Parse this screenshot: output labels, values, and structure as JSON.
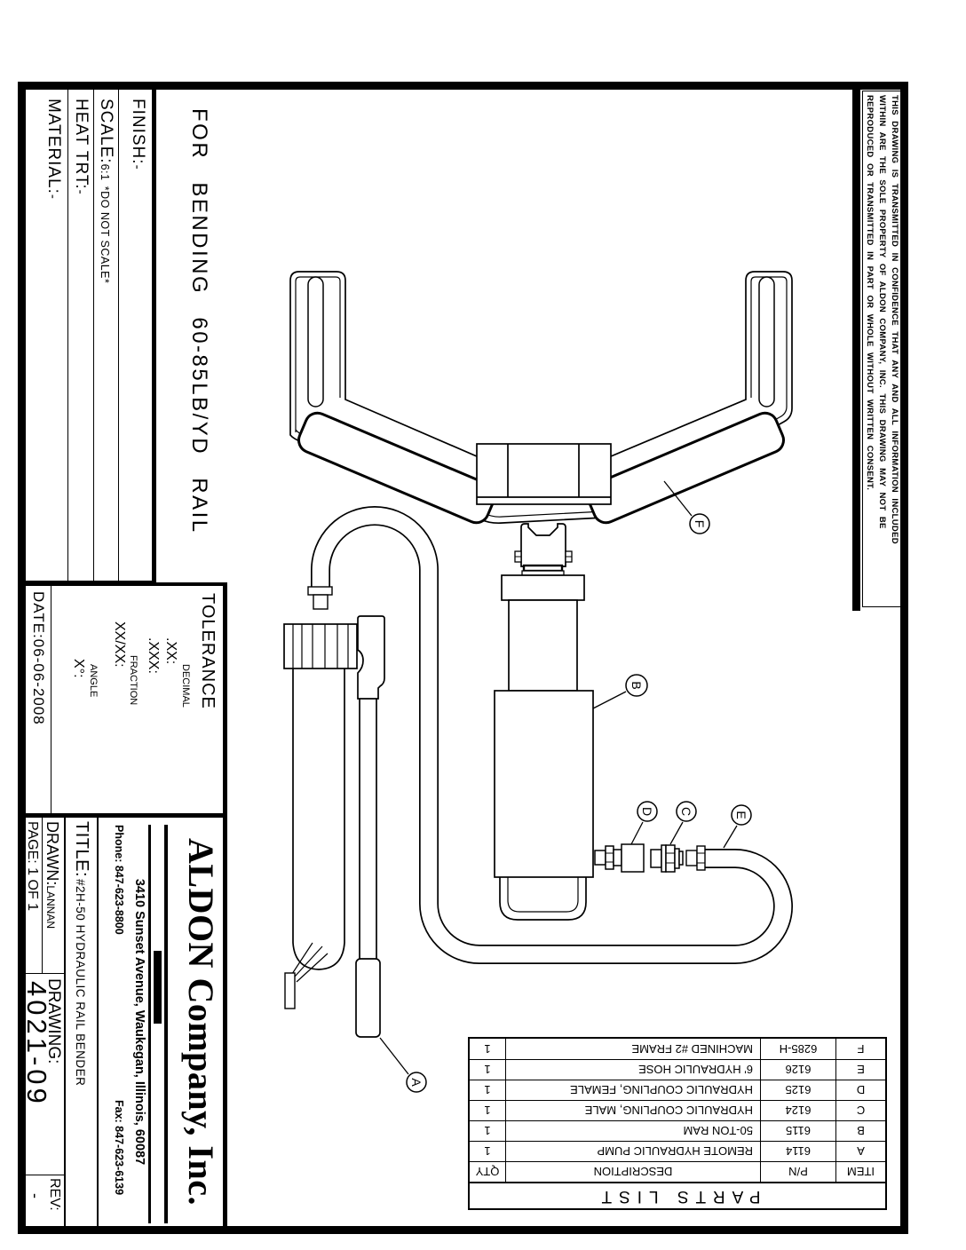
{
  "note": "FOR BENDING 60-85LB/YD RAIL",
  "confidentiality": {
    "line1": "THIS DRAWING IS TRANSMITTED IN CONFIDENCE THAT ANY AND ALL INFORMATION INCLUDED",
    "line2": "WITHIN ARE THE SOLE PROPERTY OF ALDON COMPANY, INC. THIS DRAWING MAY NOT BE",
    "line3": "REPRODUCED OR TRANSMITTED IN PART OR WHOLE WITHOUT WRITTEN CONSENT."
  },
  "info_box": {
    "finish_label": "FINISH:",
    "finish_value": "-",
    "scale_label": "SCALE:",
    "scale_value": "6:1",
    "scale_note": "*DO NOT SCALE*",
    "heat_label": "HEAT TRT:",
    "heat_value": "-",
    "material_label": "MATERIAL:",
    "material_value": "-"
  },
  "tolerance_box": {
    "title": "TOLERANCE",
    "decimal_label": "DECIMAL",
    "xx_label": ".XX:",
    "xxx_label": ".XXX:",
    "fraction_label": "FRACTION",
    "fraction_value": "XX/XX:",
    "angle_label": "ANGLE",
    "angle_value": "X°:",
    "date": "DATE:06-06-2008"
  },
  "title_block": {
    "company": "ALDON Company, Inc.",
    "address": "3410 Sunset Avenue, Waukegan, Illinois, 60087",
    "phone": "Phone: 847-623-8800",
    "fax": "Fax: 847-623-6139",
    "title_label": "TITLE:",
    "title_value": "#2H-50 HYDRAULIC RAIL BENDER",
    "drawn_label": "DRAWN:",
    "drawn_value": "LANNAN",
    "page_label": "PAGE: 1 OF 1",
    "drawing_label": "DRAWING:",
    "drawing_number": "4021-09",
    "rev_label": "REV:",
    "rev_value": "-"
  },
  "parts_list": {
    "title": "PARTS LIST",
    "columns": [
      "ITEM",
      "P/N",
      "DESCRIPTION",
      "QTY"
    ],
    "rows": [
      [
        "A",
        "6114",
        "REMOTE HYDRAULIC PUMP",
        "1"
      ],
      [
        "B",
        "6115",
        "50-TON RAM",
        "1"
      ],
      [
        "C",
        "6124",
        "HYDRAULIC COUPLING, MALE",
        "1"
      ],
      [
        "D",
        "6125",
        "HYDRAULIC COUPLING, FEMALE",
        "1"
      ],
      [
        "E",
        "6126",
        "6' HYDRAULIC HOSE",
        "1"
      ],
      [
        "F",
        "6285-H",
        "MACHINED #2 FRAME",
        "1"
      ]
    ]
  },
  "callouts": {
    "a": "A",
    "b": "B",
    "c": "C",
    "d": "D",
    "e": "E",
    "f": "F"
  },
  "colors": {
    "ink": "#000000",
    "paper": "#ffffff"
  }
}
